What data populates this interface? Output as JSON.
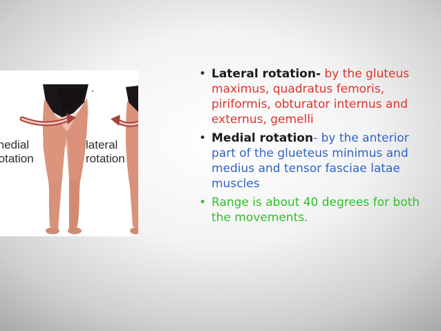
{
  "figure": {
    "label_medial_line1": "medial",
    "label_medial_line2": "rotation",
    "label_lateral_line1": "lateral",
    "label_lateral_line2": "rotation"
  },
  "bullets": [
    {
      "bullet": "•",
      "heading": "Lateral rotation-",
      "text": " by the gluteus maximus, quadratus femoris, piriformis, obturator internus and externus, gemelli"
    },
    {
      "bullet": "•",
      "heading": "Medial rotation",
      "text": "- by the anterior part of the glueteus minimus and medius and tensor fasciae latae muscles"
    },
    {
      "bullet": "•",
      "heading": "",
      "text": "Range is about 40 degrees for both the movements."
    }
  ]
}
